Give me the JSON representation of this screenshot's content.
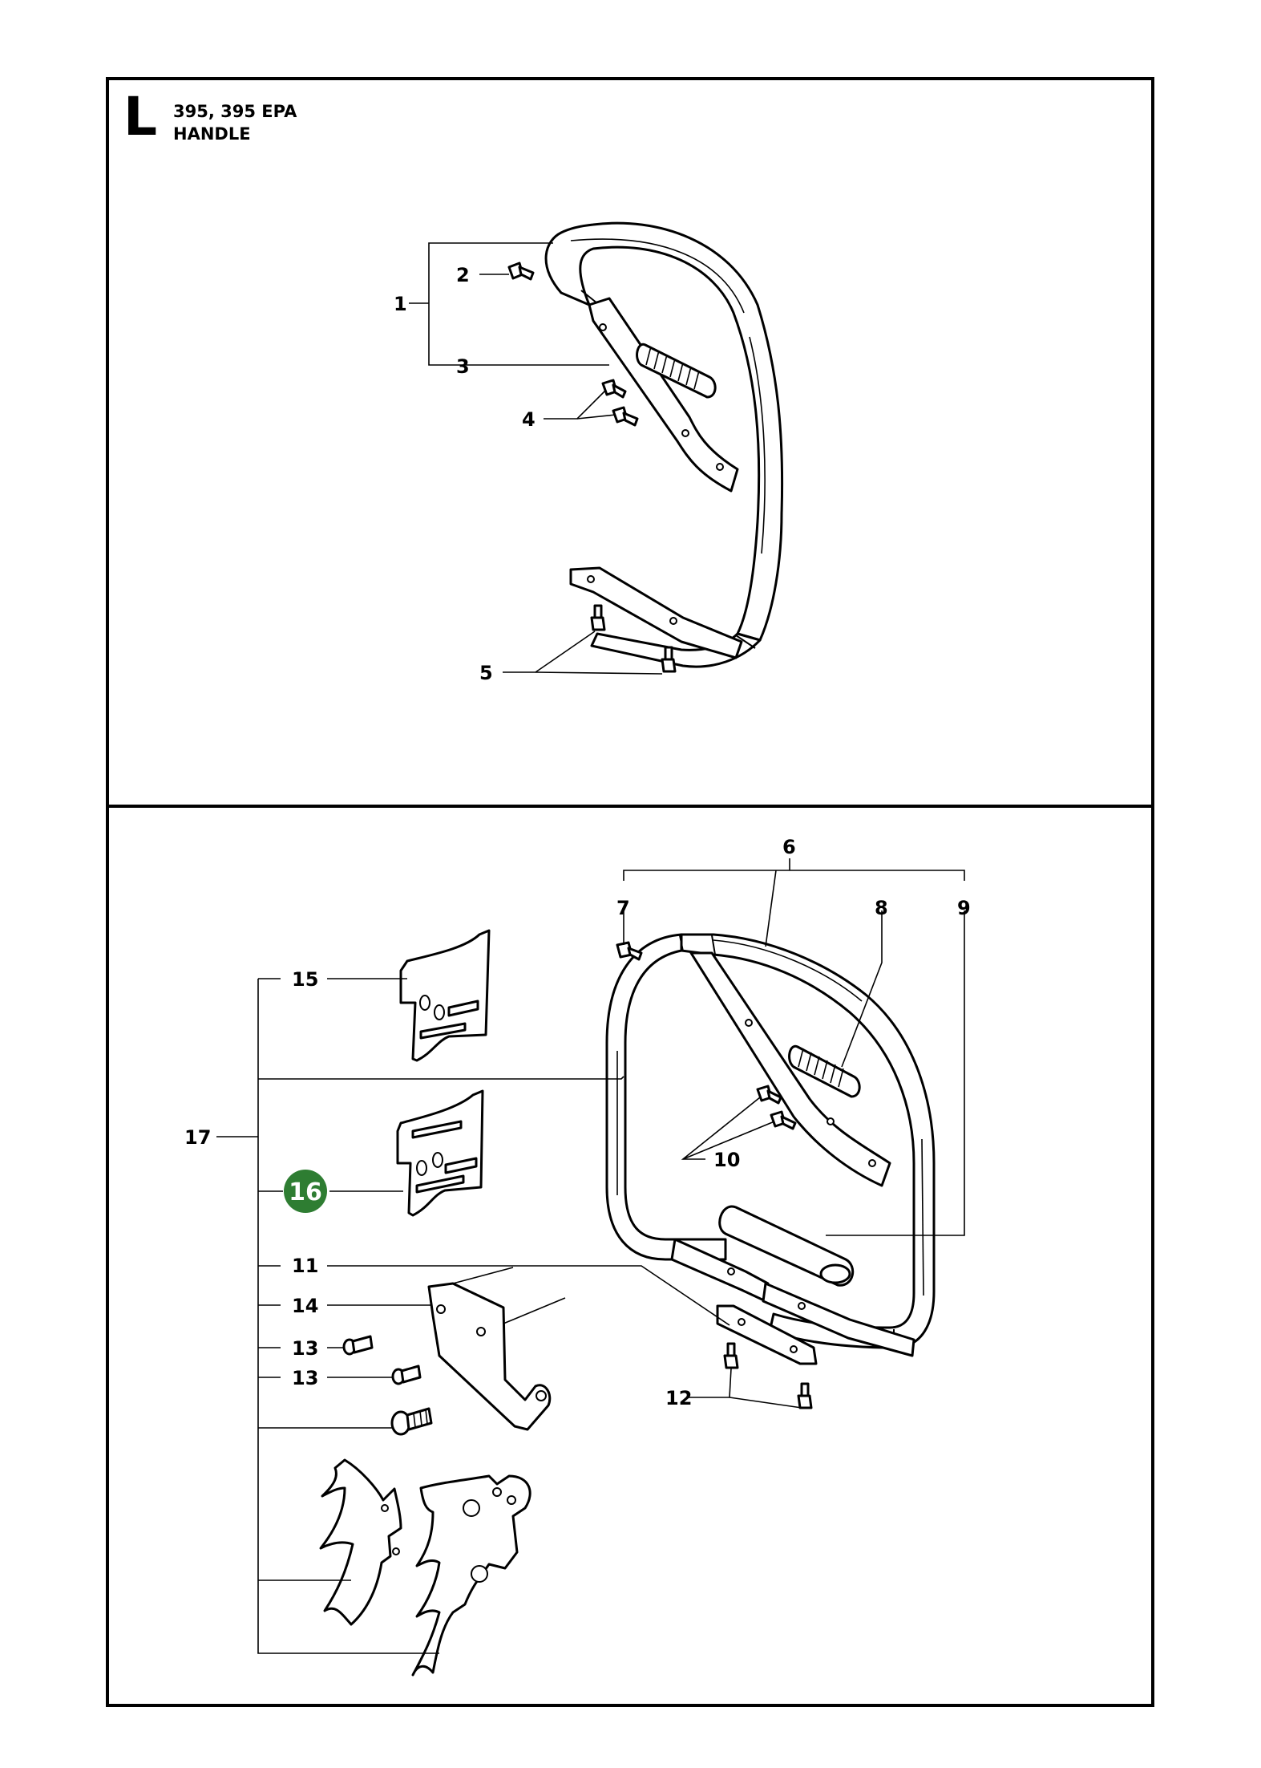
{
  "header": {
    "section_letter": "L",
    "models": "395, 395 EPA",
    "title": "HANDLE"
  },
  "colors": {
    "highlight": "#2e7d32"
  },
  "top_callouts": {
    "c1": "1",
    "c2": "2",
    "c3": "3",
    "c4": "4",
    "c5": "5"
  },
  "bottom_callouts": {
    "c6": "6",
    "c7": "7",
    "c8": "8",
    "c9": "9",
    "c10": "10",
    "c11": "11",
    "c12": "12",
    "c13a": "13",
    "c13b": "13",
    "c14": "14",
    "c15": "15",
    "c16": "16",
    "c17": "17"
  },
  "highlighted_part": "16"
}
